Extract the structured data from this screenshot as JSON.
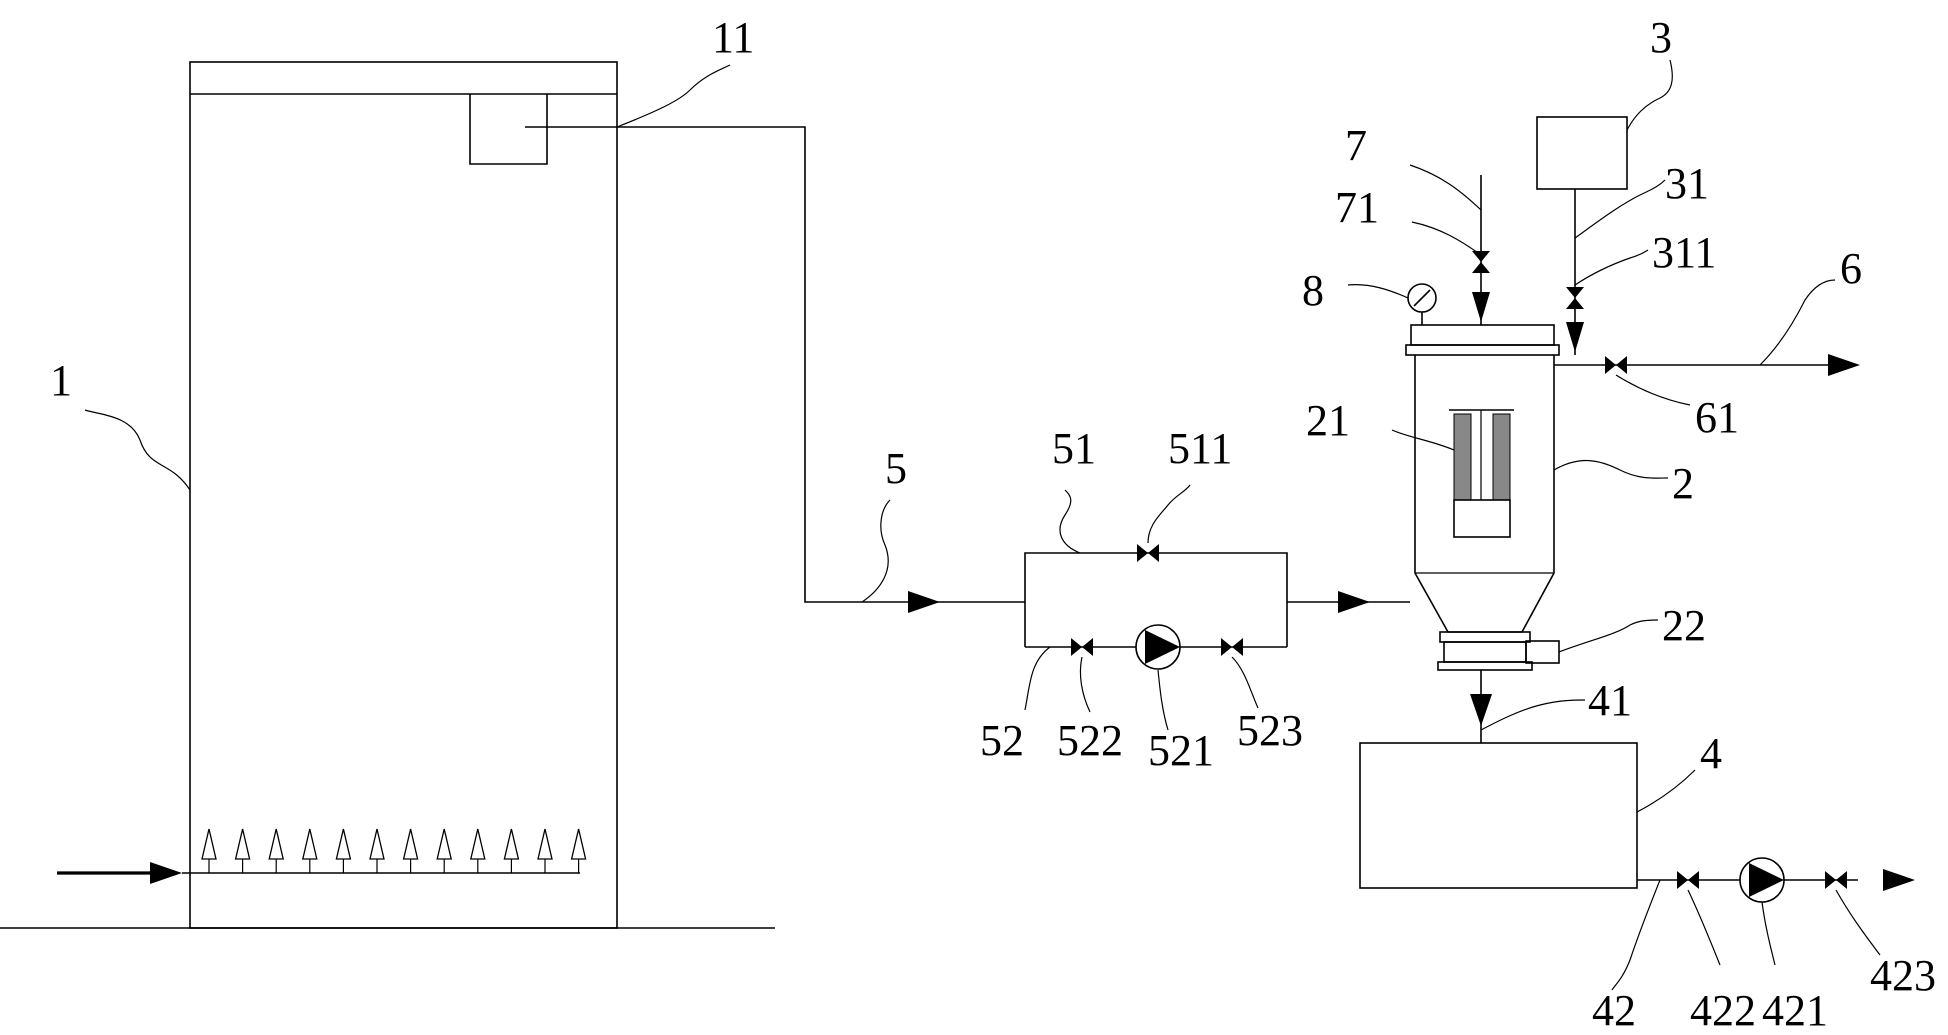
{
  "labels": {
    "n1": "1",
    "n11": "11",
    "n5": "5",
    "n51": "51",
    "n511": "511",
    "n52": "52",
    "n522": "522",
    "n521": "521",
    "n523": "523",
    "n21": "21",
    "n2": "2",
    "n22": "22",
    "n41": "41",
    "n4": "4",
    "n42": "42",
    "n422": "422",
    "n421": "421",
    "n423": "423",
    "n7": "7",
    "n71": "71",
    "n8": "8",
    "n3": "3",
    "n31": "31",
    "n311": "311",
    "n6": "6",
    "n61": "61"
  },
  "aerator_count": 12
}
